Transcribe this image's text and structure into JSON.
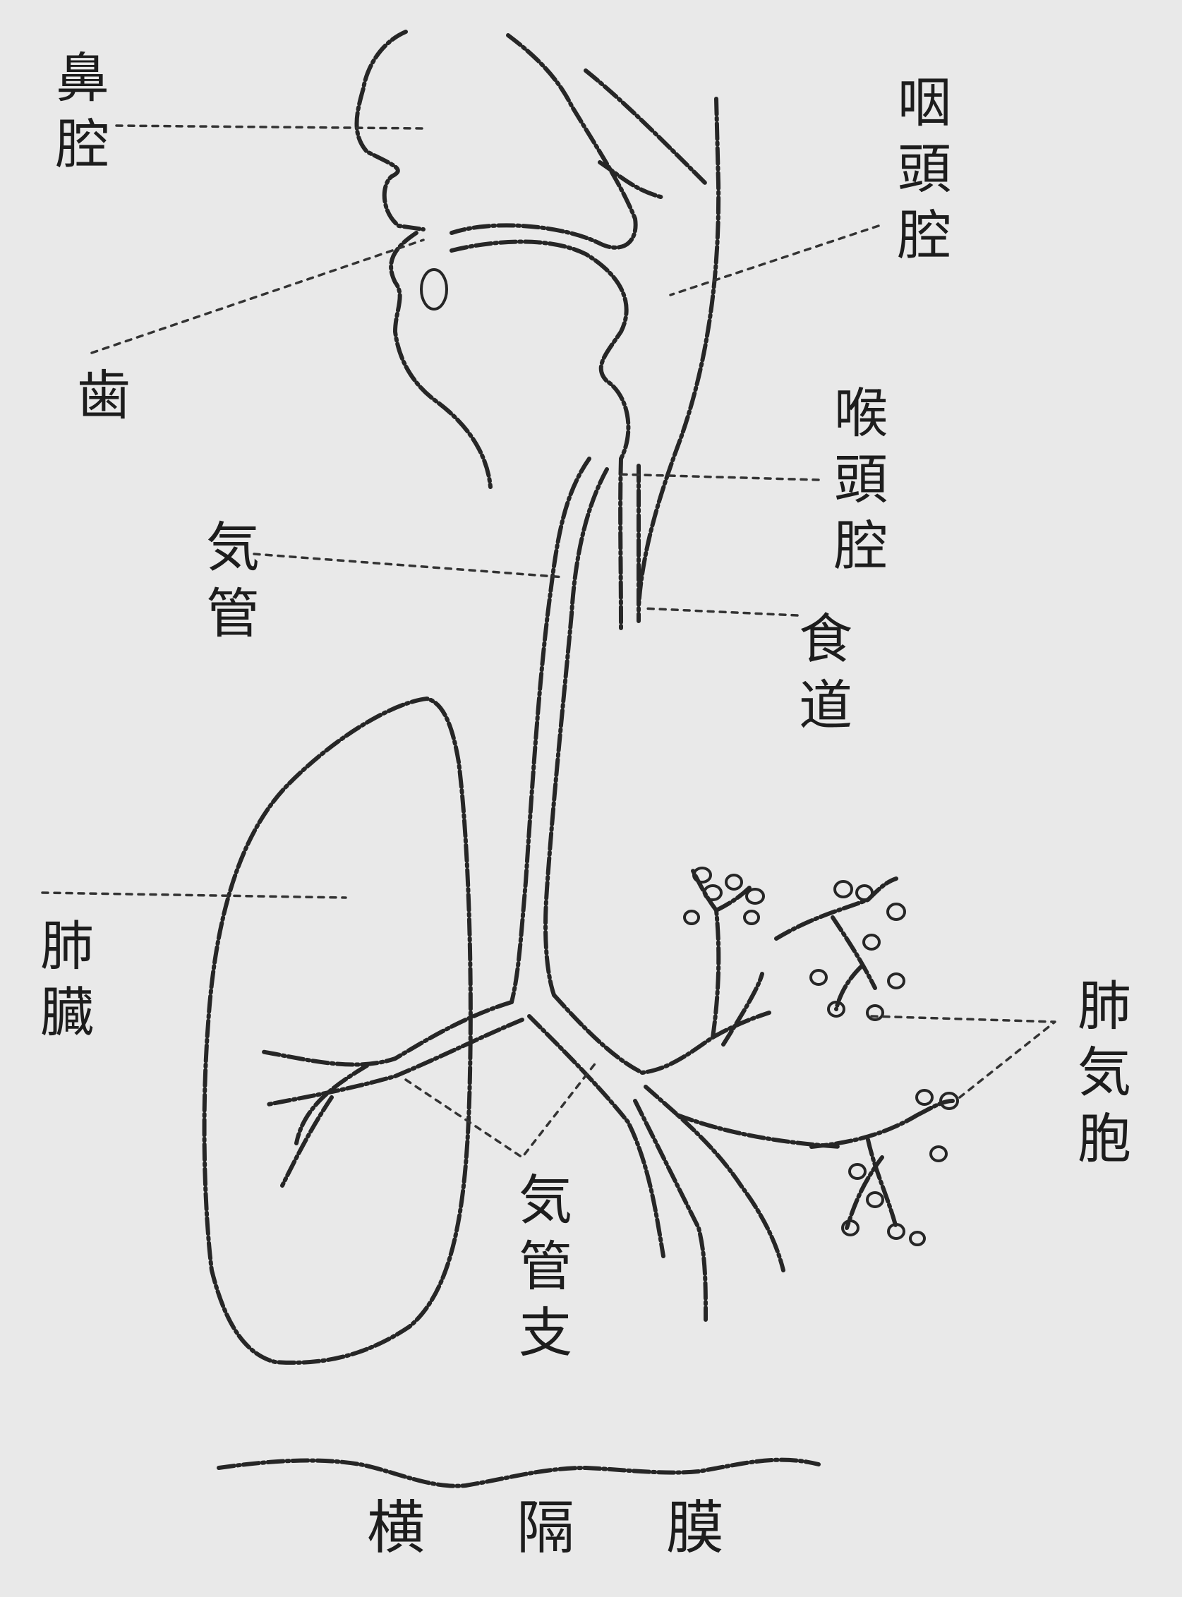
{
  "labels": {
    "nasal_cavity": "鼻腔",
    "teeth": "歯",
    "pharyngeal_cavity": "咽頭腔",
    "laryngeal_cavity": "喉頭腔",
    "trachea": "気管",
    "esophagus": "食道",
    "lung": "肺臓",
    "alveoli": "肺気胞",
    "bronchus": "気管支",
    "diaphragm": "横隔膜"
  }
}
